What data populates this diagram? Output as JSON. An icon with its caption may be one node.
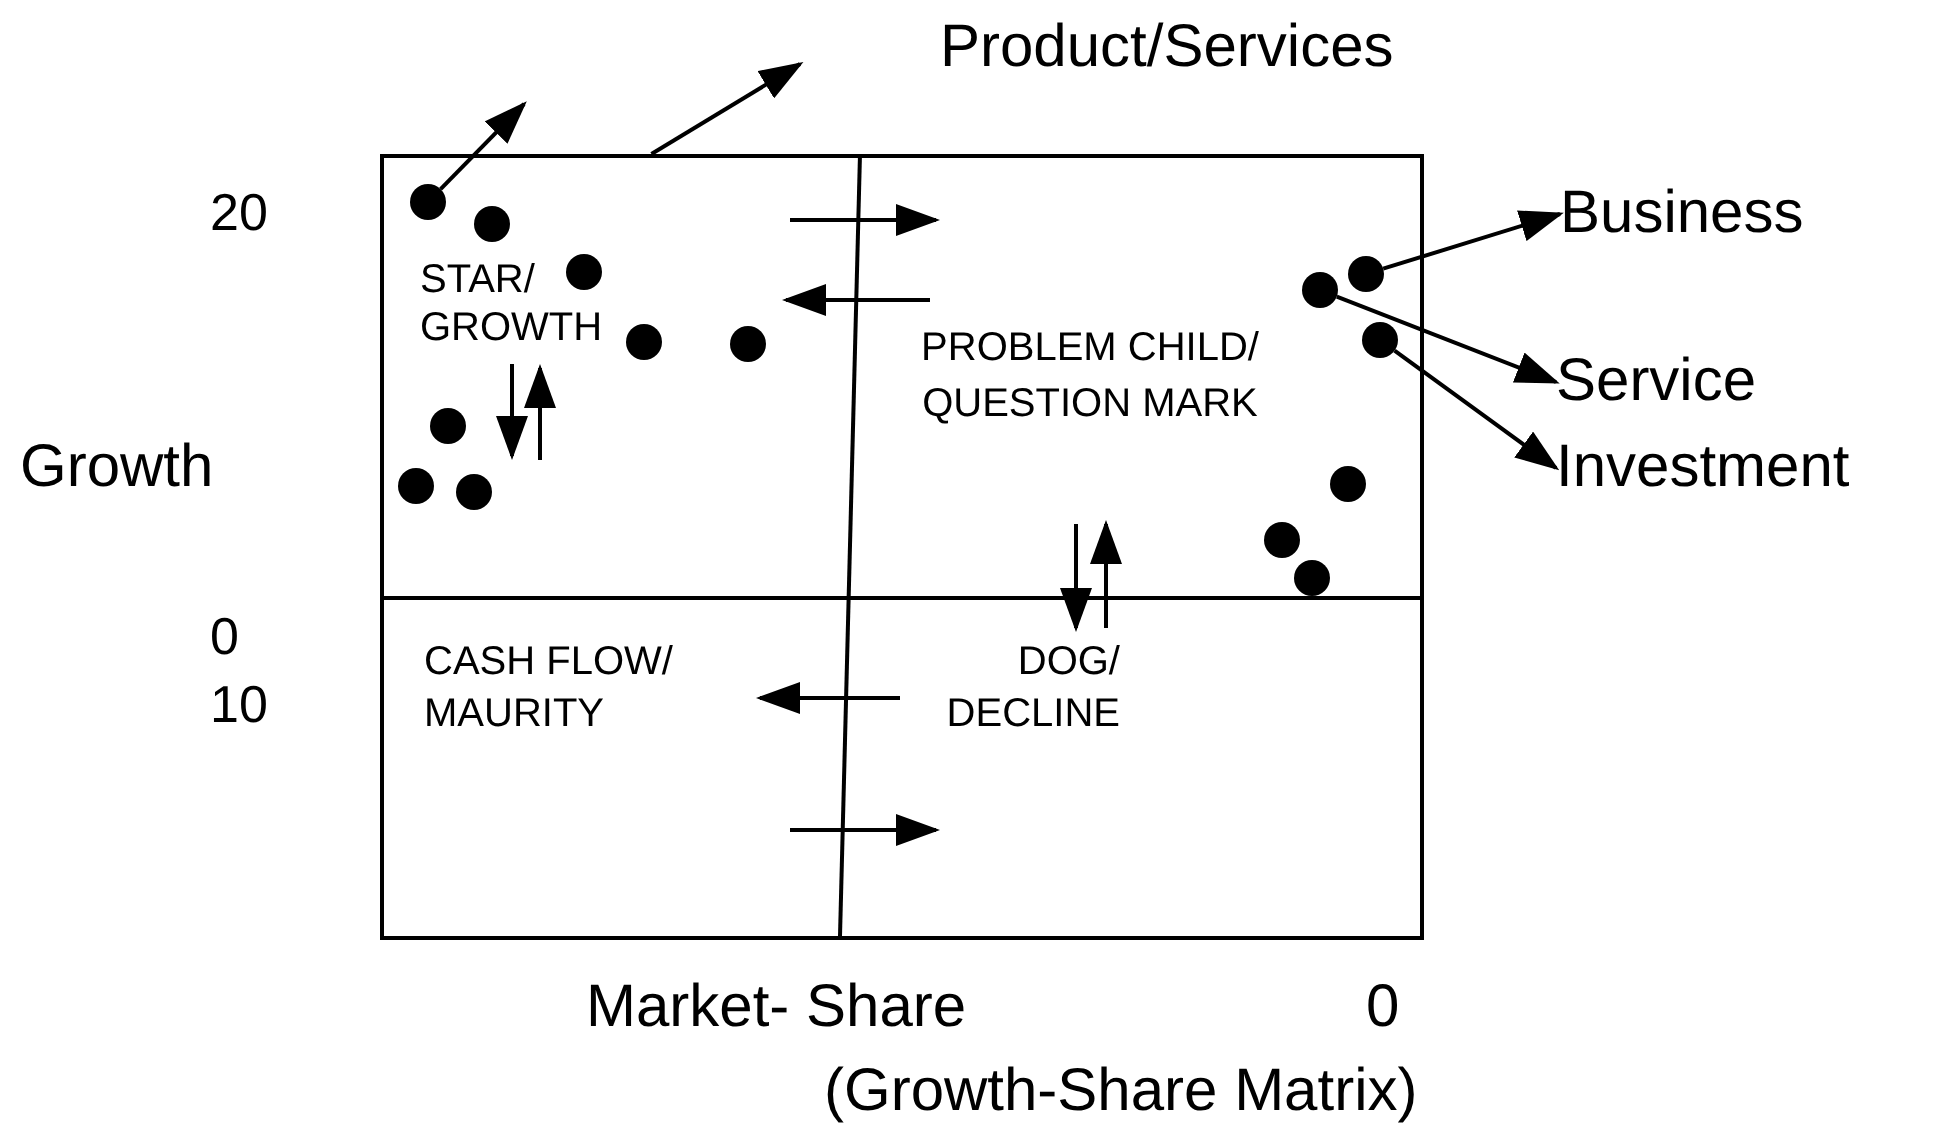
{
  "diagram": {
    "nodes": [
      {
        "text": [],
        "shape": "box"
      },
      {
        "text": [],
        "shape": "circle",
        "in": 0
      },
      {
        "text": [],
        "shape": "circle",
        "in": 0
      },
      {
        "text": [],
        "shape": "circle",
        "in": 0
      },
      {
        "text": [],
        "shape": "circle",
        "in": 0
      },
      {
        "text": [],
        "shape": "circle",
        "in": 0
      },
      {
        "text": [],
        "shape": "circle",
        "in": 0
      },
      {
        "text": [],
        "shape": "circle",
        "in": 0
      },
      {
        "text": [],
        "shape": "circle",
        "in": 0
      },
      {
        "text": [],
        "shape": "circle",
        "in": 0
      },
      {
        "text": [],
        "shape": "circle",
        "in": 0
      },
      {
        "text": [],
        "shape": "circle",
        "in": 0
      },
      {
        "text": [],
        "shape": "circle",
        "in": 0
      },
      {
        "text": [],
        "shape": "circle",
        "in": 0
      },
      {
        "text": [],
        "shape": "circle",
        "in": 0
      },
      {
        "text": [
          "Business"
        ]
      },
      {
        "text": [
          "Service"
        ]
      },
      {
        "text": [
          "Investment"
        ]
      }
    ],
    "edges": [
      {
        "from": 1,
        "to": null,
        "arrow": "to"
      },
      {
        "from": 0,
        "to": null,
        "arrow": "to"
      },
      {
        "from": 4,
        "to": 15,
        "arrow": "to"
      },
      {
        "from": 5,
        "to": 16,
        "arrow": "to"
      },
      {
        "from": 6,
        "to": 17,
        "arrow": "to"
      }
    ],
    "labels": [
      "Product/Services",
      "20",
      "STAR/ GROWTH",
      "PROBLEM CHILD/ QUESTION MARK",
      "Growth",
      "0",
      "10",
      "CASH FLOW/ MAURITY",
      "DOG/ DECLINE",
      "Market- Share",
      "0",
      "(Growth-Share Matrix)"
    ]
  }
}
